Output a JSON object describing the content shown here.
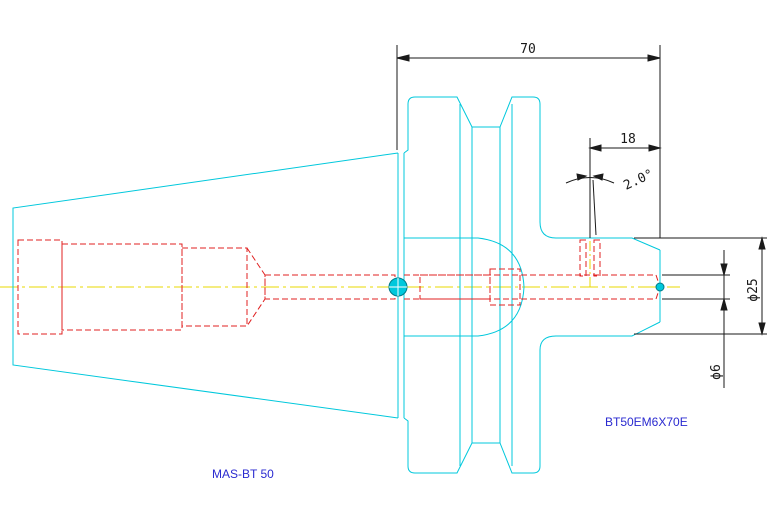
{
  "dimensions": {
    "overall_length": "70",
    "flange_offset": "18",
    "taper_angle": "2.0°",
    "outer_diameter": "ϕ25",
    "bore_diameter": "ϕ6"
  },
  "labels": {
    "taper_standard": "MAS-BT 50",
    "part_number": "BT50EM6X70E"
  },
  "colors": {
    "outline": "#00c8dc",
    "hidden_line": "#e02020",
    "center_line": "#e8d800",
    "dimension": "#1a1a1a",
    "label": "#2a2ad0"
  }
}
